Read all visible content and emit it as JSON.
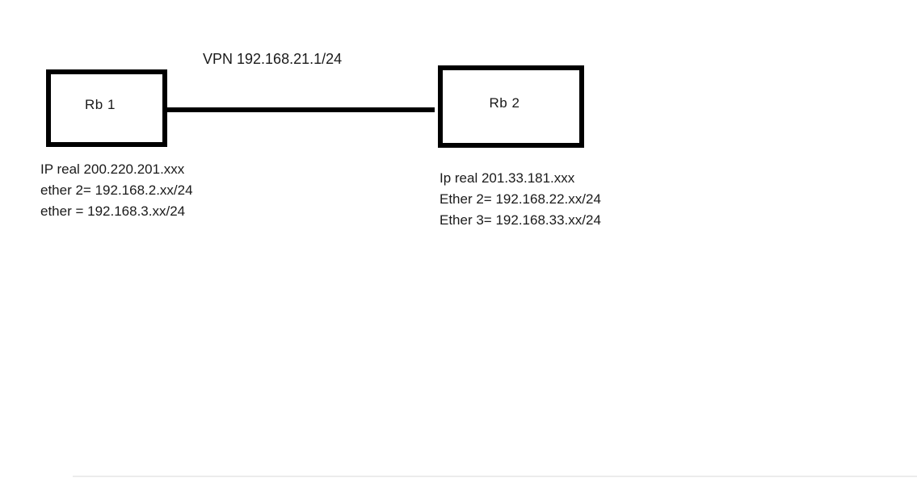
{
  "diagram": {
    "vpn_label": "VPN 192.168.21.1/24",
    "router1": {
      "name": "Rb 1",
      "details": [
        "IP real 200.220.201.xxx",
        "ether 2= 192.168.2.xx/24",
        "ether = 192.168.3.xx/24"
      ]
    },
    "router2": {
      "name": "Rb 2",
      "details": [
        "Ip real 201.33.181.xxx",
        "Ether 2= 192.168.22.xx/24",
        "Ether 3= 192.168.33.xx/24"
      ]
    },
    "colors": {
      "stroke": "#000000",
      "background": "#ffffff",
      "text": "#1a1a1a",
      "bottom_divider": "#ececec"
    }
  }
}
